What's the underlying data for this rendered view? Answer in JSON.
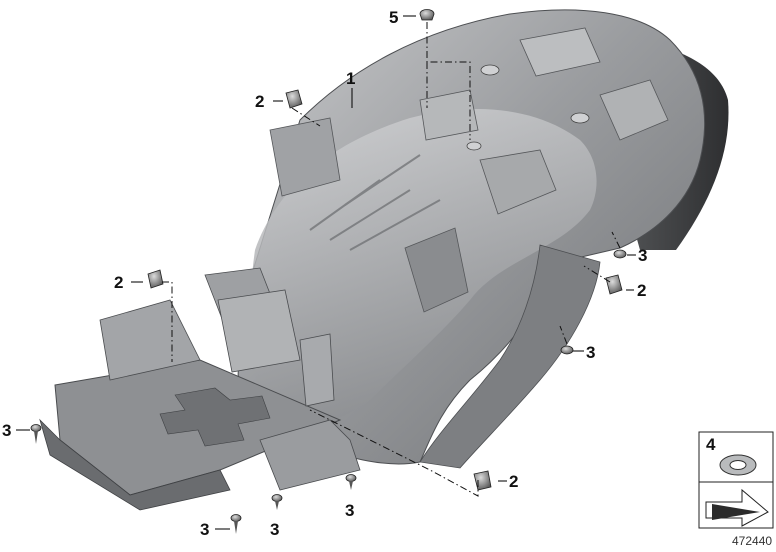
{
  "diagram": {
    "callouts": {
      "part1": "1",
      "part2a": "2",
      "part2b": "2",
      "part2c": "2",
      "part2d": "2",
      "part3a": "3",
      "part3b": "3",
      "part3c": "3",
      "part3d": "3",
      "part3e": "3",
      "part3f": "3",
      "part4": "4",
      "part5": "5"
    },
    "diagram_number": "472440",
    "colors": {
      "part_body": "#8c8e91",
      "part_shadow": "#5a5c5f",
      "part_highlight": "#c4c6c8",
      "line": "#111111"
    }
  }
}
